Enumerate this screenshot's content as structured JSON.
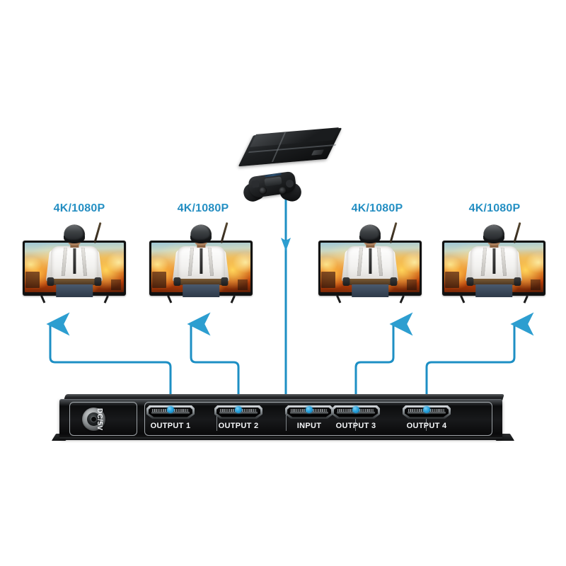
{
  "scene": {
    "title": "HDMI 1x4 Splitter Connection Diagram",
    "background_color": "#ffffff",
    "accent_color": "#1d8fc4",
    "wire_color": "#1d8fc4",
    "label_color": "#2196c9"
  },
  "source": {
    "device_name": "playstation-4-console",
    "controller_name": "dualshock-controller"
  },
  "resolution_labels": [
    {
      "text": "4K/1080P"
    },
    {
      "text": "4K/1080P"
    },
    {
      "text": "4K/1080P"
    },
    {
      "text": "4K/1080P"
    }
  ],
  "displays": [
    {
      "name": "tv-1",
      "content": "pubg-game-screen"
    },
    {
      "name": "tv-2",
      "content": "pubg-game-screen"
    },
    {
      "name": "tv-3",
      "content": "pubg-game-screen"
    },
    {
      "name": "tv-4",
      "content": "pubg-game-screen"
    }
  ],
  "splitter": {
    "power_label": "DC/5V",
    "ports": [
      {
        "id": "output1",
        "label": "OUTPUT 1"
      },
      {
        "id": "output2",
        "label": "OUTPUT 2"
      },
      {
        "id": "input",
        "label": "INPUT"
      },
      {
        "id": "output3",
        "label": "OUTPUT 3"
      },
      {
        "id": "output4",
        "label": "OUTPUT 4"
      }
    ]
  },
  "connections": [
    {
      "from": "output1",
      "to": "tv-1",
      "direction": "up"
    },
    {
      "from": "output2",
      "to": "tv-2",
      "direction": "up"
    },
    {
      "from": "playstation-4-console",
      "to": "input",
      "direction": "down"
    },
    {
      "from": "output3",
      "to": "tv-3",
      "direction": "up"
    },
    {
      "from": "output4",
      "to": "tv-4",
      "direction": "up"
    }
  ]
}
